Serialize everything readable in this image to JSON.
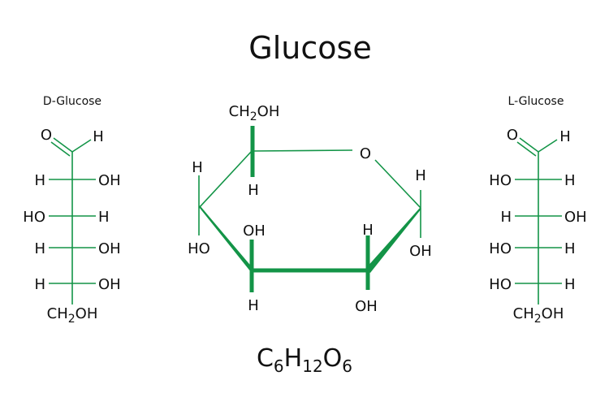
{
  "title": "Glucose",
  "formula": {
    "c": "C",
    "c_sub": "6",
    "h": "H",
    "h_sub": "12",
    "o": "O",
    "o_sub": "6"
  },
  "bond_color": "#139447",
  "d_glucose": {
    "label": "D-Glucose",
    "carbonyl_o": "O",
    "carbonyl_h": "H",
    "rows": [
      {
        "left": "H",
        "right": "OH"
      },
      {
        "left": "HO",
        "right": "H"
      },
      {
        "left": "H",
        "right": "OH"
      },
      {
        "left": "H",
        "right": "OH"
      }
    ],
    "bottom": {
      "main": "CH",
      "sub": "2",
      "tail": "OH"
    }
  },
  "l_glucose": {
    "label": "L-Glucose",
    "carbonyl_o": "O",
    "carbonyl_h": "H",
    "rows": [
      {
        "left": "HO",
        "right": "H"
      },
      {
        "left": "H",
        "right": "OH"
      },
      {
        "left": "HO",
        "right": "H"
      },
      {
        "left": "HO",
        "right": "H"
      }
    ],
    "bottom": {
      "main": "CH",
      "sub": "2",
      "tail": "OH"
    }
  },
  "ring": {
    "c6": {
      "main": "CH",
      "sub": "2",
      "tail": "OH"
    },
    "c5_h": "H",
    "ring_o": "O",
    "c1_up": "H",
    "c1_down": "OH",
    "c4_up": "H",
    "c4_down": "HO",
    "c3_up": "OH",
    "c3_down": "H",
    "c2_up": "H",
    "c2_down": "OH"
  }
}
